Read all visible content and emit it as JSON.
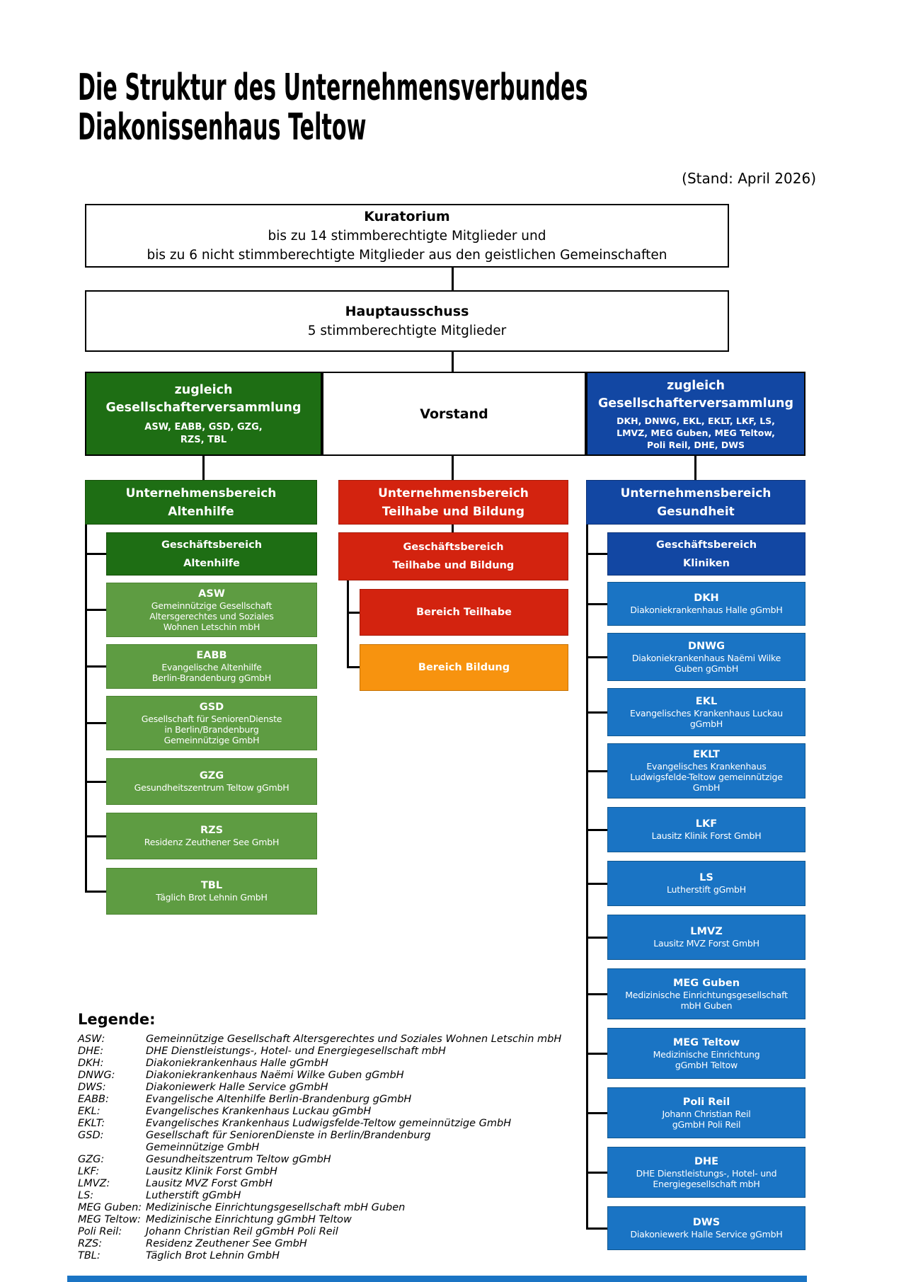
{
  "header": {
    "title_line1": "Die Struktur des Unternehmensverbundes",
    "title_line2": "Diakonissenhaus Teltow",
    "stand": "(Stand: April 2026)"
  },
  "top": {
    "kuratorium": {
      "title": "Kuratorium",
      "line1": "bis zu 14 stimmberechtigte Mitglieder und",
      "line2": "bis zu 6 nicht stimmberechtigte Mitglieder aus den geistlichen Gemeinschaften"
    },
    "hauptausschuss": {
      "title": "Hauptausschuss",
      "line1": "5 stimmberechtigte Mitglieder"
    },
    "row": {
      "left": {
        "line1": "zugleich",
        "line2": "Gesellschafterversammlung",
        "members": "ASW, EABB, GSD, GZG,\nRZS, TBL"
      },
      "vorstand": "Vorstand",
      "right": {
        "line1": "zugleich",
        "line2": "Gesellschafterversammlung",
        "members": "DKH, DNWG, EKL, EKLT, LKF, LS,\nLMVZ, MEG Guben, MEG Teltow,\nPoli Reil, DHE, DWS"
      }
    }
  },
  "columns": [
    {
      "header_line1": "Unternehmensbereich",
      "header_line2": "Altenhilfe",
      "gb_line1": "Geschäftsbereich",
      "gb_line2": "Altenhilfe",
      "boxes": [
        {
          "abbr": "ASW",
          "name": "Gemeinnützige Gesellschaft\nAltersgerechtes und Soziales\nWohnen Letschin mbH"
        },
        {
          "abbr": "EABB",
          "name": "Evangelische Altenhilfe\nBerlin-Brandenburg gGmbH"
        },
        {
          "abbr": "GSD",
          "name": "Gesellschaft für SeniorenDienste\nin Berlin/Brandenburg\nGemeinnützige GmbH"
        },
        {
          "abbr": "GZG",
          "name": "Gesundheitszentrum Teltow gGmbH"
        },
        {
          "abbr": "RZS",
          "name": "Residenz Zeuthener See GmbH"
        },
        {
          "abbr": "TBL",
          "name": "Täglich Brot Lehnin GmbH"
        }
      ]
    },
    {
      "header_line1": "Unternehmensbereich",
      "header_line2": "Teilhabe und Bildung",
      "gb_line1": "Geschäftsbereich",
      "gb_line2": "Teilhabe und Bildung",
      "bereich_teilhabe": "Bereich Teilhabe",
      "bereich_bildung": "Bereich Bildung"
    },
    {
      "header_line1": "Unternehmensbereich",
      "header_line2": "Gesundheit",
      "gb_line1": "Geschäftsbereich",
      "gb_line2": "Kliniken",
      "boxes": [
        {
          "abbr": "DKH",
          "name": "Diakoniekrankenhaus Halle gGmbH"
        },
        {
          "abbr": "DNWG",
          "name": "Diakoniekrankenhaus Naëmi Wilke\nGuben gGmbH"
        },
        {
          "abbr": "EKL",
          "name": "Evangelisches Krankenhaus Luckau\ngGmbH"
        },
        {
          "abbr": "EKLT",
          "name": "Evangelisches Krankenhaus\nLudwigsfelde-Teltow gemeinnützige\nGmbH"
        },
        {
          "abbr": "LKF",
          "name": "Lausitz Klinik Forst GmbH"
        },
        {
          "abbr": "LS",
          "name": "Lutherstift gGmbH"
        },
        {
          "abbr": "LMVZ",
          "name": "Lausitz MVZ Forst GmbH"
        },
        {
          "abbr": "MEG Guben",
          "name": "Medizinische Einrichtungsgesellschaft\nmbH Guben"
        },
        {
          "abbr": "MEG Teltow",
          "name": "Medizinische Einrichtung\ngGmbH Teltow"
        },
        {
          "abbr": "Poli Reil",
          "name": "Johann Christian Reil\ngGmbH Poli Reil"
        },
        {
          "abbr": "DHE",
          "name": "DHE Dienstleistungs-, Hotel- und\nEnergiegesellschaft mbH"
        },
        {
          "abbr": "DWS",
          "name": "Diakoniewerk Halle Service gGmbH"
        }
      ]
    }
  ],
  "legend": {
    "title": "Legende:",
    "entries": [
      {
        "abbr": "ASW:",
        "name": "Gemeinnützige Gesellschaft Altersgerechtes und Soziales Wohnen Letschin mbH"
      },
      {
        "abbr": "DHE:",
        "name": "DHE Dienstleistungs-, Hotel- und Energiegesellschaft mbH"
      },
      {
        "abbr": "DKH:",
        "name": "Diakoniekrankenhaus Halle gGmbH"
      },
      {
        "abbr": "DNWG:",
        "name": "Diakoniekrankenhaus Naëmi Wilke Guben gGmbH"
      },
      {
        "abbr": "DWS:",
        "name": "Diakoniewerk Halle Service gGmbH"
      },
      {
        "abbr": "EABB:",
        "name": "Evangelische Altenhilfe Berlin-Brandenburg gGmbH"
      },
      {
        "abbr": "EKL:",
        "name": "Evangelisches Krankenhaus Luckau gGmbH"
      },
      {
        "abbr": "EKLT:",
        "name": "Evangelisches Krankenhaus Ludwigsfelde-Teltow gemeinnützige GmbH"
      },
      {
        "abbr": "GSD:",
        "name": "Gesellschaft für SeniorenDienste in Berlin/Brandenburg\nGemeinnützige GmbH"
      },
      {
        "abbr": "GZG:",
        "name": "Gesundheitszentrum Teltow gGmbH"
      },
      {
        "abbr": "LKF:",
        "name": "Lausitz Klinik Forst GmbH"
      },
      {
        "abbr": "LMVZ:",
        "name": "Lausitz MVZ Forst GmbH"
      },
      {
        "abbr": "LS:",
        "name": "Lutherstift gGmbH"
      },
      {
        "abbr": "MEG Guben:",
        "name": "Medizinische Einrichtungsgesellschaft mbH Guben"
      },
      {
        "abbr": "MEG Teltow:",
        "name": "Medizinische Einrichtung gGmbH Teltow"
      },
      {
        "abbr": "Poli Reil:",
        "name": "Johann Christian Reil gGmbH Poli Reil"
      },
      {
        "abbr": "RZS:",
        "name": "Residenz Zeuthener See GmbH"
      },
      {
        "abbr": "TBL:",
        "name": "Täglich Brot Lehnin GmbH"
      }
    ]
  },
  "colors": {
    "dark_green": "#1e6e14",
    "light_green": "#5e9c42",
    "red": "#d3230f",
    "orange": "#f7930f",
    "dark_blue": "#1247a3",
    "light_blue": "#1a74c4",
    "line": "#000000"
  }
}
